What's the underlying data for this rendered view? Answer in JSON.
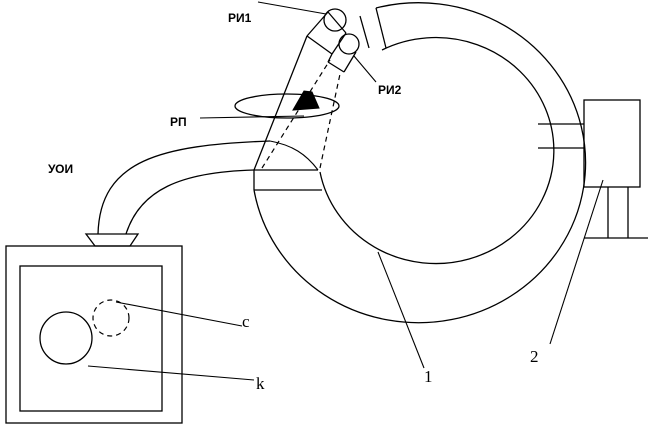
{
  "labels": {
    "ri1": "РИ1",
    "ri2": "РИ2",
    "rp": "РП",
    "uoi": "УОИ",
    "c": "c",
    "k": "k",
    "n1": "1",
    "n2": "2"
  }
}
